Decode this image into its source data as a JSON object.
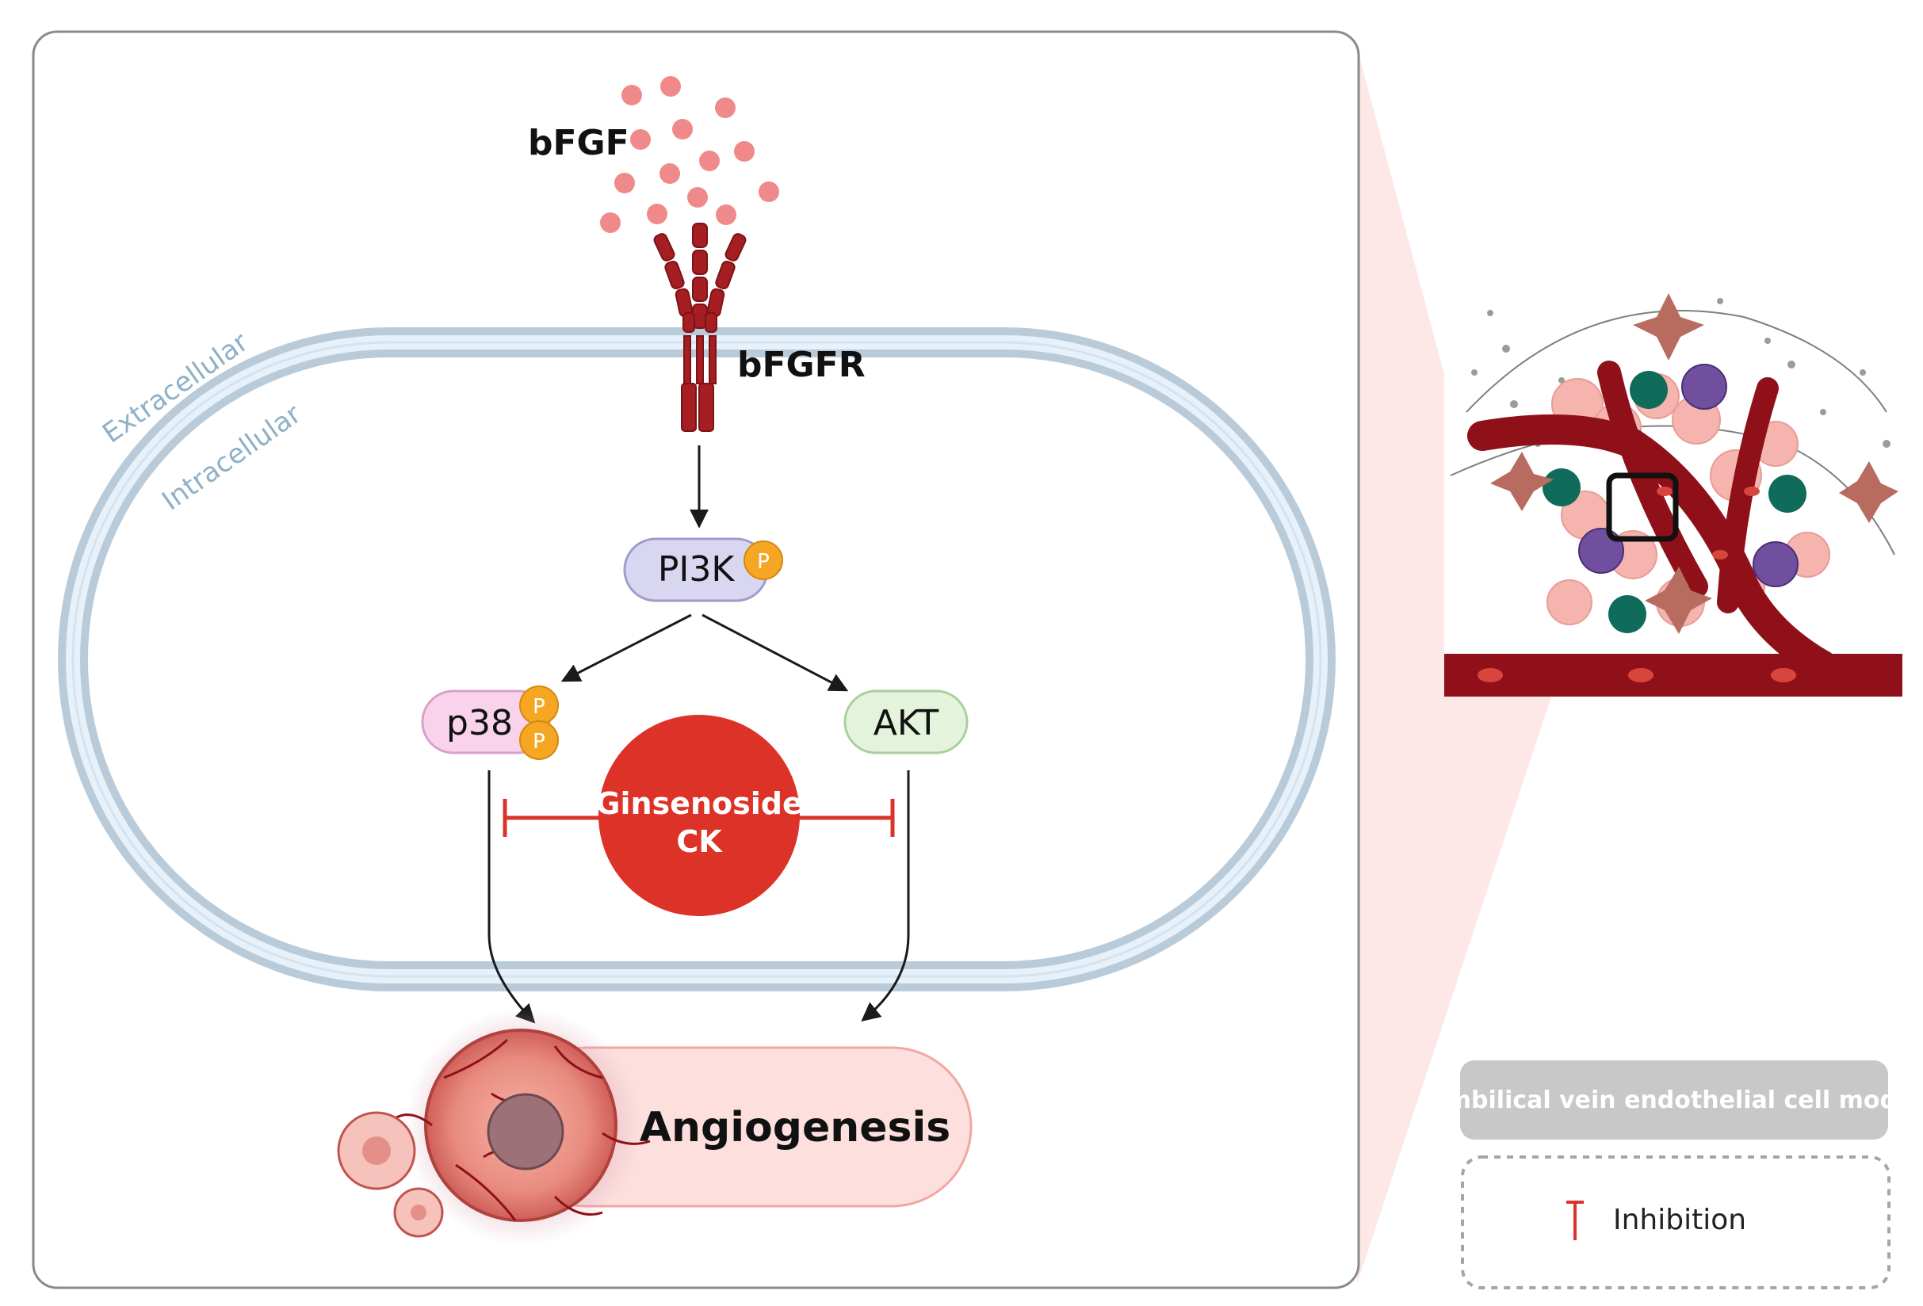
{
  "ligand": {
    "label": "bFGF"
  },
  "receptor": {
    "label": "bFGFR"
  },
  "membrane": {
    "outside_label": "Extracellular",
    "inside_label": "Intracellular"
  },
  "nodes": {
    "pi3k": {
      "label": "PI3K",
      "phospho": "P"
    },
    "p38": {
      "label": "p38",
      "phospho": [
        "P",
        "P"
      ]
    },
    "akt": {
      "label": "AKT"
    }
  },
  "drug": {
    "line1": "Ginsenoside",
    "line2": "CK"
  },
  "outcome": {
    "label": "Angiogenesis"
  },
  "model": {
    "label": "Umbilical vein endothelial cell model"
  },
  "legend": {
    "inhibition_label": "Inhibition"
  },
  "colors": {
    "inhibition": "#d9342b",
    "receptor": "#a51e22",
    "ligand": "#f08a8a",
    "membrane": "#b6c9d8",
    "pi3k_fill": "#d9d6f2",
    "p38_fill": "#f9d3ec",
    "akt_fill": "#e3f3dc",
    "phospho": "#f5a623"
  }
}
